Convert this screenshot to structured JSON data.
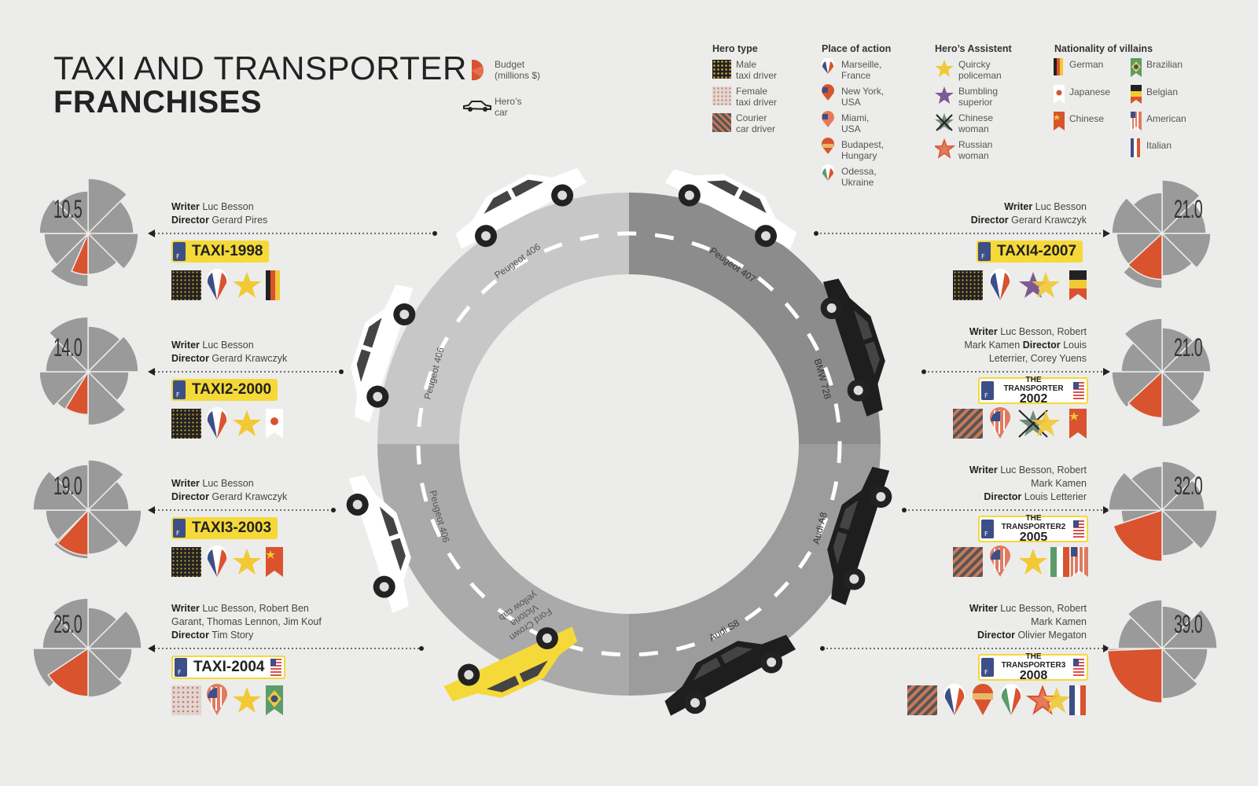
{
  "title": {
    "line1": "TAXI AND TRANSPORTER",
    "line2": "FRANCHISES"
  },
  "key": {
    "budget": "Budget\n(millions $)",
    "car": "Hero’s\ncar"
  },
  "legend": {
    "hero_type": {
      "heading": "Hero type",
      "items": [
        "Male\ntaxi driver",
        "Female\ntaxi driver",
        "Courier\ncar driver"
      ]
    },
    "place": {
      "heading": "Place of action",
      "items": [
        "Marseille,\nFrance",
        "New York,\nUSA",
        "Miami,\nUSA",
        "Budapest,\nHungary",
        "Odessa,\nUkraine"
      ]
    },
    "assistant": {
      "heading": "Hero’s Assistent",
      "items": [
        "Quircky\npoliceman",
        "Bumbling\nsuperior",
        "Chinese\nwoman",
        "Russian\nwoman"
      ]
    },
    "villains": {
      "heading": "Nationality of villains",
      "items": [
        "German",
        "Brazilian",
        "Japanese",
        "Belgian",
        "Chinese",
        "American",
        "Italian"
      ]
    }
  },
  "films": [
    {
      "id": "taxi1",
      "plate": "TAXI-1998",
      "budget": "10.5",
      "budget_value": 10.5,
      "credits": [
        [
          "Writer",
          "Luc Besson"
        ],
        [
          "Director",
          "Gerard Pires"
        ]
      ],
      "car": "Peugeot 406"
    },
    {
      "id": "taxi2",
      "plate": "TAXI2-2000",
      "budget": "14.0",
      "budget_value": 14.0,
      "credits": [
        [
          "Writer",
          "Luc Besson"
        ],
        [
          "Director",
          "Gerard Krawczyk"
        ]
      ],
      "car": "Peugeot 406"
    },
    {
      "id": "taxi3",
      "plate": "TAXI3-2003",
      "budget": "19.0",
      "budget_value": 19.0,
      "credits": [
        [
          "Writer",
          "Luc Besson"
        ],
        [
          "Director",
          "Gerard Krawczyk"
        ]
      ],
      "car": "Peugeot 406"
    },
    {
      "id": "taxi2004",
      "plate": "TAXI-2004",
      "budget": "25.0",
      "budget_value": 25.0,
      "credits": [
        [
          "Writer",
          "Luc Besson, Robert Ben Garant, Thomas Lennon, Jim Kouf"
        ],
        [
          "Director",
          "Tim Story"
        ]
      ],
      "car": "Ford Crown Victoria yellow cab"
    },
    {
      "id": "taxi4",
      "plate": "TAXI4-2007",
      "budget": "21.0",
      "budget_value": 21.0,
      "credits": [
        [
          "Writer",
          "Luc Besson"
        ],
        [
          "Director",
          "Gerard Krawczyk"
        ]
      ],
      "car": "Peugeot 407"
    },
    {
      "id": "tr1",
      "plate_top": "THE TRANSPORTER",
      "plate_year": "2002",
      "budget": "21.0",
      "budget_value": 21.0,
      "credits": [
        [
          "Writer",
          "Luc Besson, Robert Mark Kamen"
        ],
        [
          "Director",
          "Louis Leterrier, Corey Yuens"
        ]
      ],
      "car": "BMW 728"
    },
    {
      "id": "tr2",
      "plate_top": "THE TRANSPORTER2",
      "plate_year": "2005",
      "budget": "32.0",
      "budget_value": 32.0,
      "credits": [
        [
          "Writer",
          "Luc Besson, Robert Mark Kamen"
        ],
        [
          "Director",
          "Louis Letterier"
        ]
      ],
      "car": "Audi A8"
    },
    {
      "id": "tr3",
      "plate_top": "THE TRANSPORTER3",
      "plate_year": "2008",
      "budget": "39.0",
      "budget_value": 39.0,
      "credits": [
        [
          "Writer",
          "Luc Besson, Robert Mark Kamen"
        ],
        [
          "Director",
          "Olivier Megaton"
        ]
      ],
      "car": "Audi S8"
    }
  ],
  "colors": {
    "accent": "#d9532f",
    "grey": "#9a9a9a",
    "yellow": "#f5d939",
    "background": "#ececea"
  }
}
